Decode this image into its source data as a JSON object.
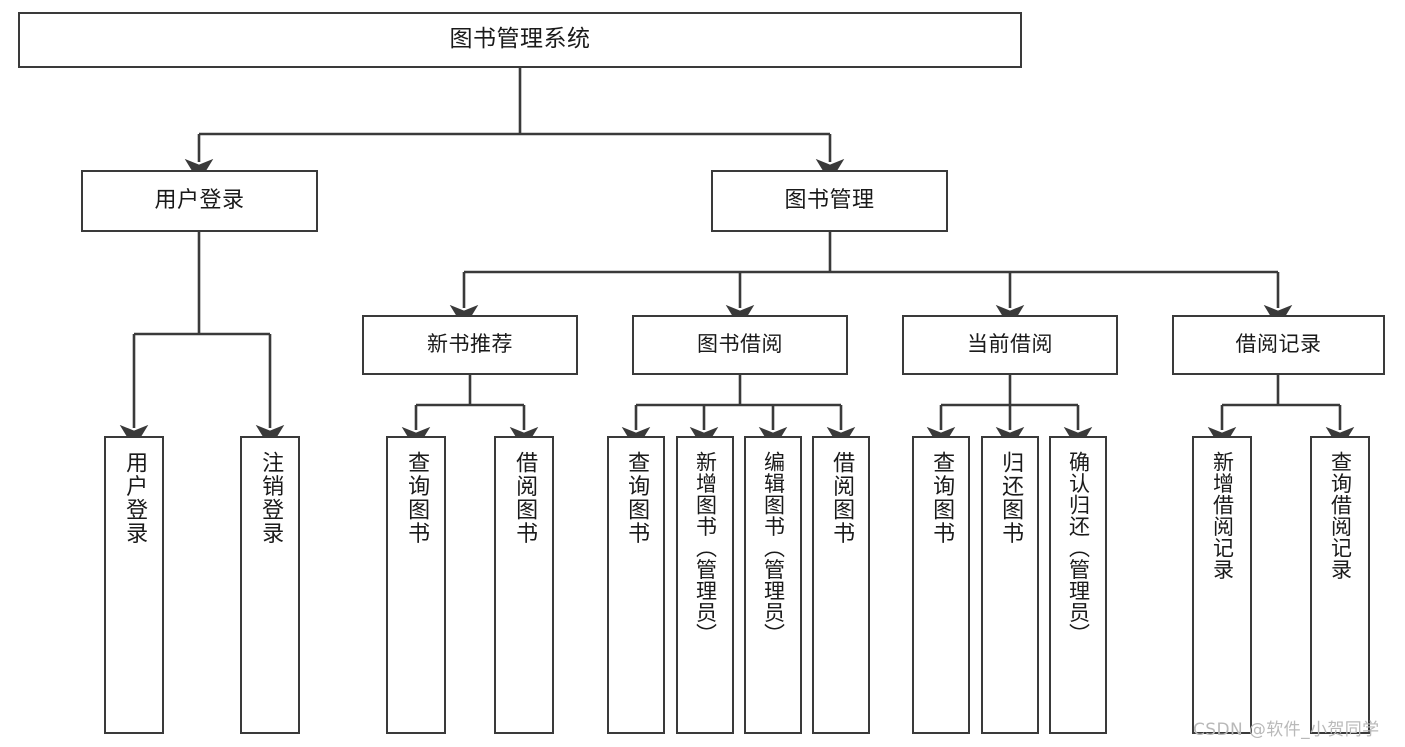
{
  "diagram": {
    "title": "图书管理系统",
    "type": "functional-structure-tree",
    "stroke_color": "#3a3a3a",
    "background_color": "#ffffff",
    "text_color": "#1a1a1a",
    "watermark": "CSDN @软件_小贺同学",
    "watermark_color": "#b9b9b9"
  },
  "nodes": {
    "root": {
      "label": "图书管理系统"
    },
    "level2": [
      {
        "label": "用户登录"
      },
      {
        "label": "图书管理"
      }
    ],
    "level3": [
      {
        "label": "新书推荐"
      },
      {
        "label": "图书借阅"
      },
      {
        "label": "当前借阅"
      },
      {
        "label": "借阅记录"
      }
    ],
    "leaves": {
      "user_login": [
        {
          "label": "用户登录"
        },
        {
          "label": "注销登录"
        }
      ],
      "new_book": [
        {
          "label": "查询图书"
        },
        {
          "label": "借阅图书"
        }
      ],
      "book_borrow": [
        {
          "label": "查询图书"
        },
        {
          "label": "新增图书（管理员）"
        },
        {
          "label": "编辑图书（管理员）"
        },
        {
          "label": "借阅图书"
        }
      ],
      "current_borrow": [
        {
          "label": "查询图书"
        },
        {
          "label": "归还图书"
        },
        {
          "label": "确认归还（管理员）"
        }
      ],
      "borrow_record": [
        {
          "label": "新增借阅记录"
        },
        {
          "label": "查询借阅记录"
        }
      ]
    }
  }
}
